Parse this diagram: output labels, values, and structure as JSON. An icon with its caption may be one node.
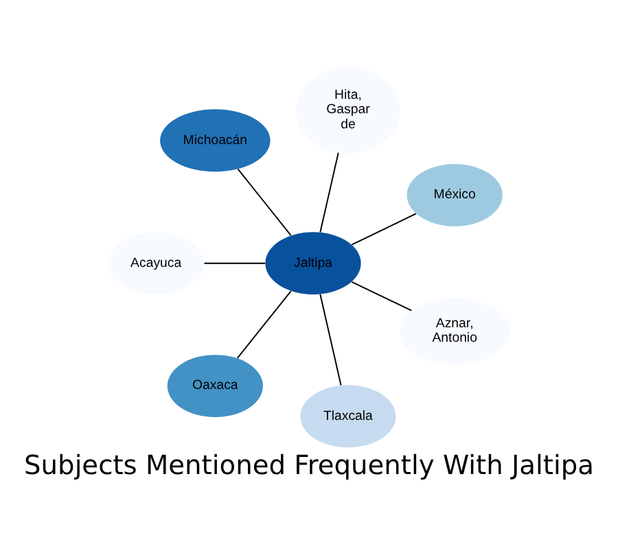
{
  "diagram": {
    "title": "Subjects Mentioned Frequently With Jaltipa",
    "nodes": [
      {
        "text": [
          "México"
        ]
      },
      {
        "text": [
          "Hita, Gaspar de"
        ]
      },
      {
        "text": [
          "Michoacán"
        ]
      },
      {
        "text": [
          "Acayuca"
        ]
      },
      {
        "text": [
          "Jaltipa"
        ]
      },
      {
        "text": [
          "Oaxaca"
        ]
      },
      {
        "text": [
          "Tlaxcala"
        ]
      },
      {
        "text": [
          "Aznar, Antonio"
        ]
      }
    ],
    "edges": [
      {
        "from": 4,
        "to": 3,
        "arrow": "none"
      },
      {
        "from": 4,
        "to": 0,
        "arrow": "none"
      },
      {
        "from": 4,
        "to": 2,
        "arrow": "none"
      },
      {
        "from": 4,
        "to": 1,
        "arrow": "none"
      },
      {
        "from": 4,
        "to": 5,
        "arrow": "none"
      },
      {
        "from": 4,
        "to": 7,
        "arrow": "none"
      },
      {
        "from": 4,
        "to": 6,
        "arrow": "none"
      }
    ]
  }
}
